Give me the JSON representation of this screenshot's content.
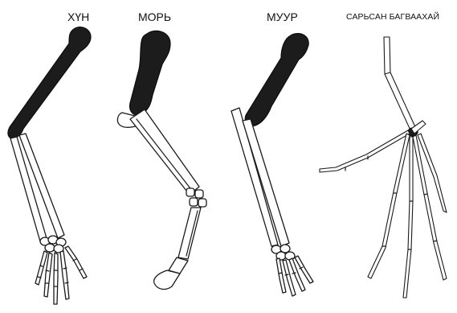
{
  "labels": {
    "human": "ХҮН",
    "horse": "МОРЬ",
    "cat": "МУУР",
    "bat": "САРЬСАН БАГВААХАЙ"
  },
  "colors": {
    "humerus": "#1c1c1c",
    "other_bones": "#ffffff",
    "outline": "#1a1a1a"
  }
}
